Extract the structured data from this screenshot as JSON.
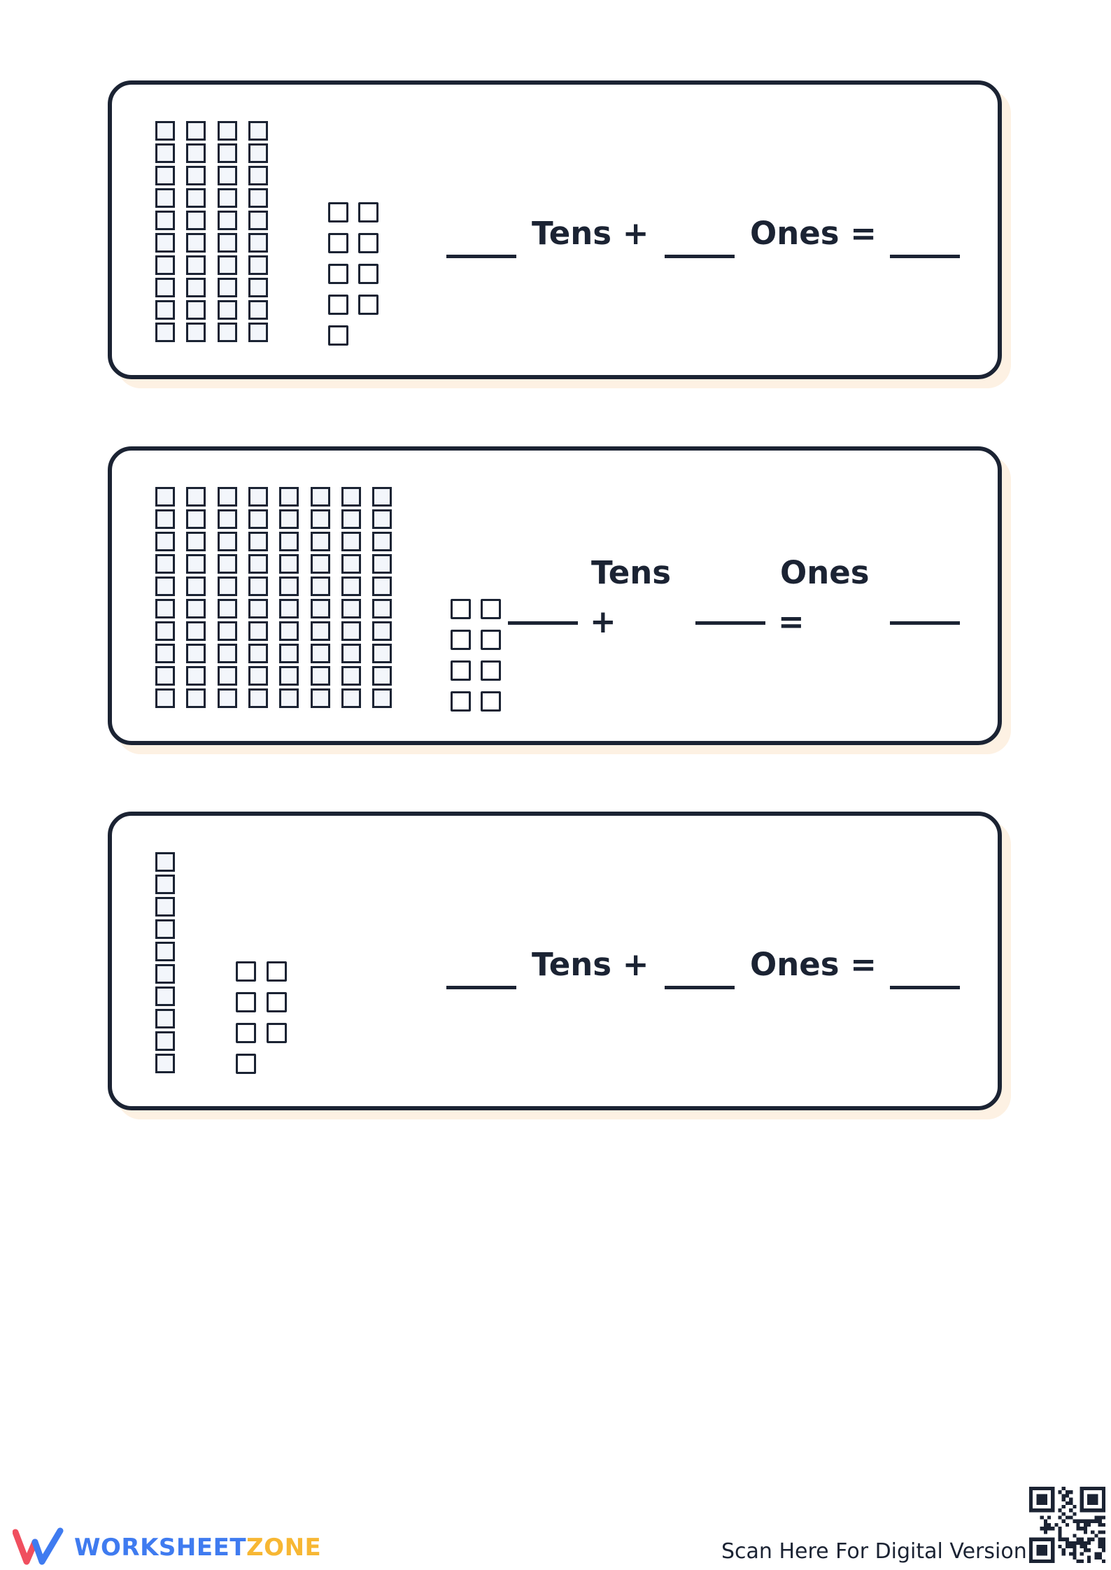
{
  "cards": [
    {
      "tens_label": "Tens +",
      "ones_label": "Ones =",
      "tens_rods": 4,
      "loose_ones": 9
    },
    {
      "tens_label": "Tens",
      "plus_sign": "+",
      "ones_label": "Ones",
      "equals_sign": "=",
      "tens_rods": 8,
      "loose_ones": 8
    },
    {
      "tens_label": "Tens +",
      "ones_label": "Ones =",
      "tens_rods": 1,
      "loose_ones": 7
    }
  ],
  "footer": {
    "brand_part1": "WORKSHEET",
    "brand_part2": "ZONE",
    "scan_text": "Scan Here For Digital Version"
  },
  "colors": {
    "ink": "#1b2333",
    "shadow": "#fdf1e3",
    "brand_blue": "#3f7bf0",
    "brand_yellow": "#f7b733",
    "logo_red": "#f04f5f"
  }
}
